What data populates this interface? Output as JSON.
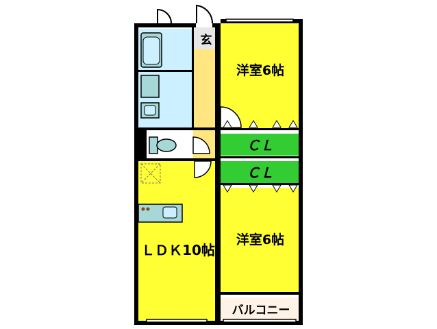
{
  "floor_plan": {
    "rooms": {
      "entrance": "玄",
      "western_room_top": "洋室6帖",
      "closet_top": "ＣＬ",
      "closet_bottom": "ＣＬ",
      "western_room_bottom": "洋室6帖",
      "ldk": "ＬＤＫ10帖",
      "balcony": "バルコニー"
    },
    "colors": {
      "room": "#ffff33",
      "closet": "#33cc33",
      "wet_area": "#ccf0ff",
      "hallway": "#ffe680",
      "balcony": "#fff2e6",
      "wall": "#000000",
      "fixture": "#a6d8d8"
    }
  }
}
